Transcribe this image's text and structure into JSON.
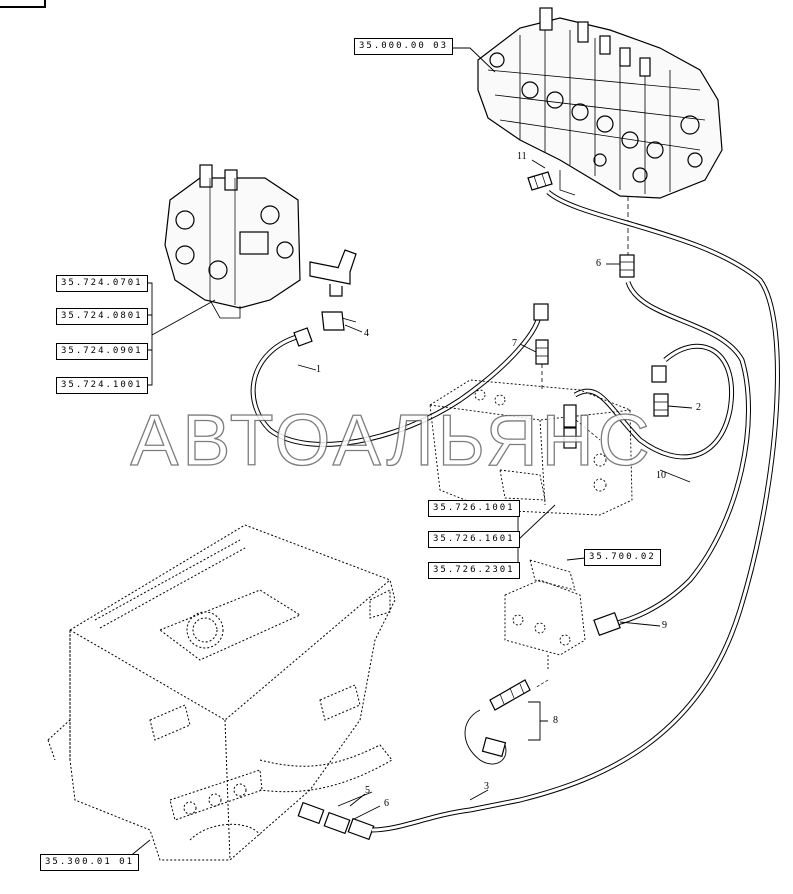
{
  "refs": {
    "valve_main": "35.000.00 03",
    "loader_valve_1": "35.724.0701",
    "loader_valve_2": "35.724.0801",
    "loader_valve_3": "35.724.0901",
    "loader_valve_4": "35.724.1001",
    "block_1": "35.726.1001",
    "block_2": "35.726.1601",
    "block_3": "35.726.2301",
    "bracket": "35.700.02",
    "tank": "35.300.01 01"
  },
  "callouts": {
    "c1": "1",
    "c2": "2",
    "c3": "3",
    "c4": "4",
    "c5": "5",
    "c6a": "6",
    "c6b": "6",
    "c7": "7",
    "c8": "8",
    "c9": "9",
    "c10": "10",
    "c11": "11"
  },
  "watermark": "АВТОАЛЬЯНС"
}
